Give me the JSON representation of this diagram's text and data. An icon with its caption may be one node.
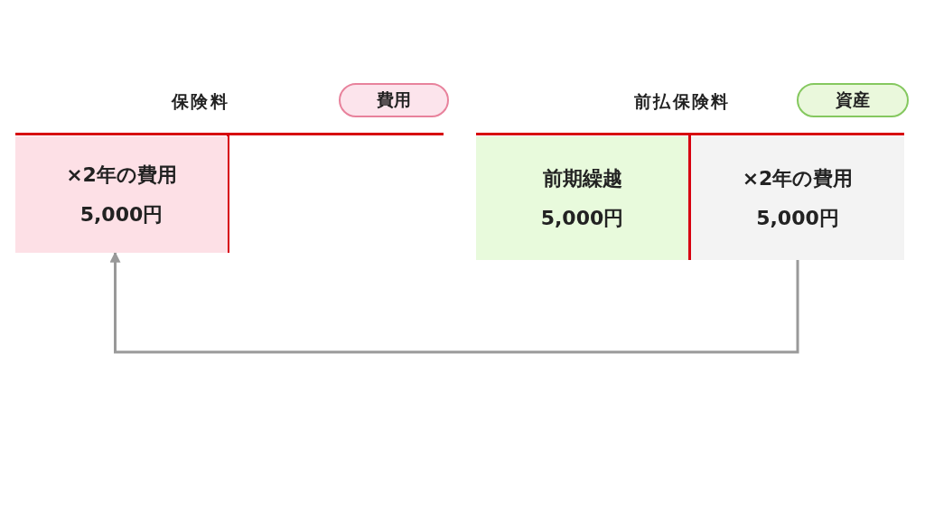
{
  "diagram": {
    "nodes": [
      {
        "text": [
          "費用"
        ]
      },
      {
        "text": [
          "資産"
        ]
      },
      {
        "text": [
          "×2年の費用",
          "5,000円"
        ]
      },
      {
        "text": [
          "前期繰越",
          "5,000円"
        ]
      },
      {
        "text": [
          "×2年の費用",
          "5,000円"
        ]
      }
    ],
    "edges": [
      {
        "from": 4,
        "to": 2,
        "arrow": "to",
        "color": "#999999"
      }
    ],
    "labels": [
      "保険料",
      "前払保険料"
    ]
  }
}
